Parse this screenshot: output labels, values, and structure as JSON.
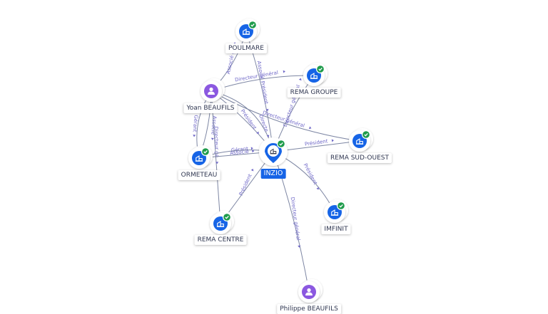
{
  "colors": {
    "company": "#1664e6",
    "person": "#8b58e0",
    "check": "#1e9b4b",
    "edge": "#7d86a3",
    "edge_label": "#6f68c8"
  },
  "center": {
    "label": "INZIO",
    "type": "company",
    "verified": true
  },
  "nodes": [
    {
      "id": "poulmare",
      "label": "POULMARE",
      "type": "company",
      "verified": true
    },
    {
      "id": "rema_groupe",
      "label": "REMA GROUPE",
      "type": "company",
      "verified": true
    },
    {
      "id": "yoan",
      "label": "Yoan BEAUFILS",
      "type": "person",
      "verified": false
    },
    {
      "id": "rema_sud_ouest",
      "label": "REMA SUD-OUEST",
      "type": "company",
      "verified": true
    },
    {
      "id": "ormeteau",
      "label": "ORMETEAU",
      "type": "company",
      "verified": true
    },
    {
      "id": "imfinit",
      "label": "IMFINIT",
      "type": "company",
      "verified": true
    },
    {
      "id": "rema_centre",
      "label": "REMA CENTRE",
      "type": "company",
      "verified": true
    },
    {
      "id": "philippe",
      "label": "Philippe BEAUFILS",
      "type": "person",
      "verified": false
    }
  ],
  "edges": [
    {
      "from": "yoan",
      "to": "poulmare",
      "label": "Associé gé"
    },
    {
      "from": "poulmare",
      "to": "center",
      "label": "Associé Président"
    },
    {
      "from": "yoan",
      "to": "rema_groupe",
      "label": "Directeur général"
    },
    {
      "from": "rema_groupe",
      "to": "center",
      "label": "Directeur général"
    },
    {
      "from": "yoan",
      "to": "rema_sud_ouest",
      "label": "Directeur général"
    },
    {
      "from": "yoan",
      "to": "center",
      "label": "Président"
    },
    {
      "from": "yoan",
      "to": "center",
      "label": "Directe"
    },
    {
      "from": "yoan",
      "to": "ormeteau",
      "label": "Gérant"
    },
    {
      "from": "yoan",
      "to": "ormeteau",
      "label": "Associé"
    },
    {
      "from": "yoan",
      "to": "rema_centre",
      "label": "Directeur gé"
    },
    {
      "from": "center",
      "to": "rema_sud_ouest",
      "label": "Président"
    },
    {
      "from": "center",
      "to": "ormeteau",
      "label": "Gérant"
    },
    {
      "from": "center",
      "to": "ormeteau",
      "label": "Associé"
    },
    {
      "from": "center",
      "to": "imfinit",
      "label": "Président"
    },
    {
      "from": "center",
      "to": "rema_centre",
      "label": "Président"
    },
    {
      "from": "philippe",
      "to": "center",
      "label": "Directeur général"
    }
  ]
}
